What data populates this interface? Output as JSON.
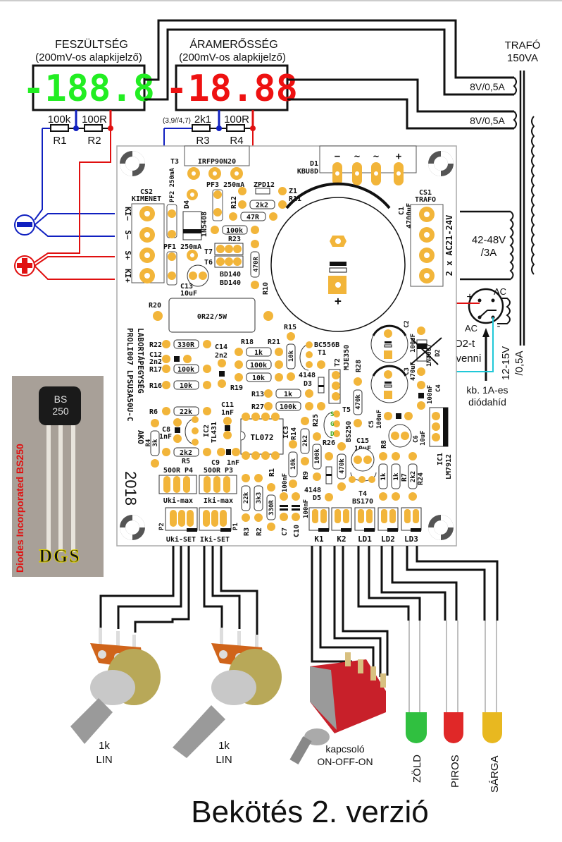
{
  "title": "Bekötés 2. verzió",
  "displays": {
    "voltage": {
      "title": "FESZÜLTSÉG",
      "subtitle": "(200mV-os alapkijelző)",
      "reading": "-188.8",
      "color": "#22ee22"
    },
    "current": {
      "title": "ÁRAMERŐSSÉG",
      "subtitle": "(200mV-os alapkijelző)",
      "reading": "-18.88",
      "color": "#ee1111"
    }
  },
  "divider_resistors": {
    "r1": {
      "name": "R1",
      "value": "100k"
    },
    "r2": {
      "name": "R2",
      "value": "100R"
    },
    "r3": {
      "name": "R3",
      "value": "2k1",
      "note": "(3,9//4,7)"
    },
    "r4": {
      "name": "R4",
      "value": "100R"
    }
  },
  "transformer": {
    "title": "TRAFÓ",
    "rating": "150VA",
    "windings": [
      "8V/0,5A",
      "8V/0,5A"
    ],
    "main_winding": {
      "line1": "42-48V",
      "line2": "/3A"
    },
    "aux_winding": {
      "line1": "12-15V",
      "line2": "/0,5A"
    }
  },
  "bridge": {
    "plus": "+",
    "minus": "-",
    "ac1": "AC",
    "ac2": "AC",
    "note_line1": "kb. 1A-es",
    "note_line2": "diódahíd"
  },
  "d2_note": {
    "line1": "D2-t",
    "line2": "kivenni"
  },
  "output_terminals": {
    "minus_symbol": "−",
    "plus_symbol": "+"
  },
  "pcb": {
    "labels": {
      "t3": "T3",
      "t3_part": "IRFP90N20",
      "d1": "D1",
      "d1_part": "KBU8D",
      "bridge_pins": [
        "−",
        "~",
        "~",
        "+"
      ],
      "cs2": "CS2",
      "cs2_name": "KIMENET",
      "cs2_pins": [
        "KI−",
        "S−",
        "S+",
        "KI+"
      ],
      "cs1": "CS1",
      "cs1_name": "TRAFO",
      "cs1_side": "2 x AC21-24V",
      "pf2": "PF2 250mA",
      "pf1": "PF1 250mA",
      "pf3": "PF3 250mA",
      "d4": "D4",
      "d4_part": "1N5408",
      "zpd12": "ZPD12",
      "z1": "Z1",
      "r11": "R11",
      "r12": "R12",
      "r12_val": "2k2",
      "r11_val": "47R",
      "r23": "R23",
      "r23_val": "100k",
      "t7": "T7",
      "t6": "T6",
      "t6_part": "BD140",
      "t7_part": "BD140",
      "r10": "R10",
      "r10_val": "470R",
      "c13": "C13",
      "c13_val": "10uF",
      "c1": "C1",
      "c1_val": "4700uF",
      "r20": "R20",
      "r20_val": "0R22/5W",
      "r15": "R15",
      "r15_val": "10k",
      "r22": "R22",
      "r22_val": "330R",
      "c12": "C12",
      "c12_val": "2n2",
      "c14": "C14",
      "c14_val": "2n2",
      "r17": "R17",
      "r17_val": "100k",
      "r16": "R16",
      "r16_val": "10k",
      "r18": "R18",
      "r21": "R21",
      "r18_val": "1k",
      "r21_val": "100k",
      "r19": "R19",
      "r19_val": "10k",
      "t1": "T1",
      "t1_part": "BC556B",
      "t2": "T2",
      "t2_part": "MJE350",
      "d3": "D3",
      "d3_part": "4148",
      "r13": "R13",
      "r13_val": "1k",
      "r27": "R27",
      "r27_val": "100k",
      "r28": "R28",
      "r28_val": "470k",
      "t5": "T5",
      "t5_part": "BS250",
      "t5_pins": [
        "S",
        "G",
        "D"
      ],
      "c2": "C2",
      "c2_val": "100uF",
      "c3": "C3",
      "c3_val": "470uF",
      "d2": "D2",
      "d2_part": "1N4007",
      "c4": "C4",
      "c4_val": "100nF",
      "c5": "C5",
      "c5_val": "100nF",
      "c6": "C6",
      "c6_val": "10uF",
      "ic1": "IC1",
      "ic1_part": "LM7912",
      "r6": "R6",
      "r6_val": "22k",
      "c11": "C11",
      "c11_val": "1nF",
      "c8": "C8",
      "c8_val": "1nF",
      "ic2": "IC2",
      "ic2_part": "TL431",
      "ic3": "IC3",
      "ic3_part": "TL072",
      "r4": "R4",
      "r4_val": "3k",
      "r5": "R5",
      "r5_val": "2k2",
      "c9": "C9",
      "c9_val": "1nF",
      "r14": "R14",
      "r14_val": "2k2",
      "r25": "R25",
      "r25_val": "100k",
      "r26": "R26",
      "r26_val": "470k",
      "r9": "R9",
      "r9_val": "10k",
      "c15": "C15",
      "c15_val": "10uF",
      "r8": "R8",
      "r8_val": "1k",
      "r7": "R7",
      "r7_val": "1k",
      "r24": "R24",
      "r24_val": "2k2",
      "t4": "T4",
      "t4_part": "BS170",
      "d5": "D5",
      "d5_part": "4148",
      "p4": "500R P4",
      "p3": "500R P3",
      "p4_name": "Uki-max",
      "p3_name": "Iki-max",
      "p2": "P2",
      "p1": "P1",
      "p2_name": "Uki-SET",
      "p1_name": "Iki-SET",
      "r3": "R3",
      "r3_val": "22k",
      "r2": "R2",
      "r2_val": "3k3",
      "r1": "R1",
      "r1_val": "330R",
      "c7": "C7",
      "c7_val": "100nF",
      "c10": "C10",
      "c10_val": "100nF",
      "connectors": [
        "K1",
        "K2",
        "LD1",
        "LD2",
        "LD3"
      ],
      "board_name": "LABORTÁPEGYSÉG",
      "board_code": "PROLI007 LPSU3A50U-C",
      "logo": "AKO",
      "year": "2018"
    }
  },
  "photo_bs250": {
    "caption": "Diodes Incorporated BS250",
    "part_line1": "BS",
    "part_line2": "250",
    "pins": "DGS"
  },
  "potentiometers": [
    {
      "value": "1k",
      "type": "LIN"
    },
    {
      "value": "1k",
      "type": "LIN"
    }
  ],
  "switch": {
    "line1": "kapcsoló",
    "line2": "ON-OFF-ON"
  },
  "leds": [
    {
      "label": "ZÖLD",
      "color": "#22bb33"
    },
    {
      "label": "PIROS",
      "color": "#e02020"
    },
    {
      "label": "SÁRGA",
      "color": "#e8b820"
    }
  ],
  "colors": {
    "positive_wire": "#e01010",
    "negative_wire": "#1020c0",
    "aux_wire": "#20c8d8",
    "pad": "#f2b53a"
  }
}
